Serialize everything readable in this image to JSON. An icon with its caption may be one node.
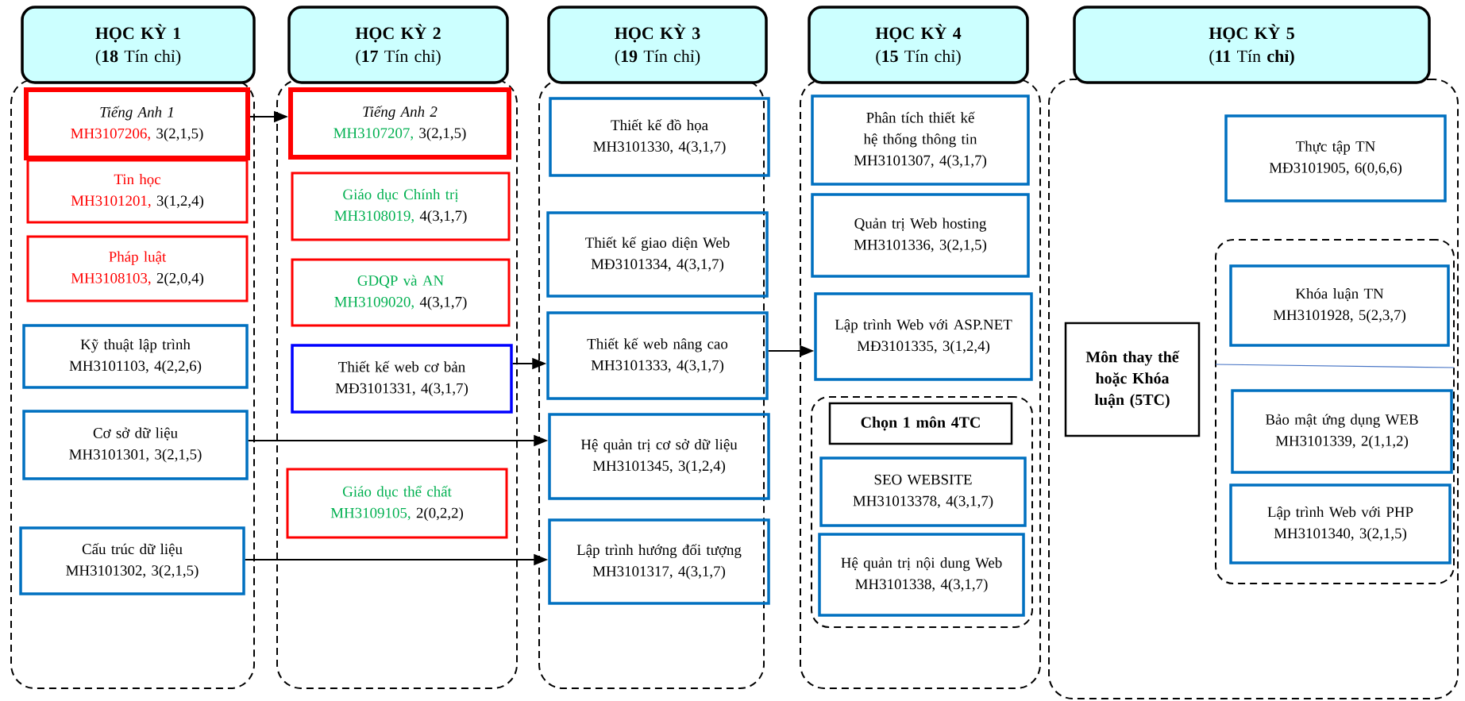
{
  "diagram": {
    "nodes": [
      {
        "text": [
          "HỌC KỲ 1",
          "(**18** Tín chỉ)"
        ]
      },
      {
        "text": [],
        "shape": "box"
      },
      {
        "text": [
          "Tiếng Anh 1",
          "MH3107206,",
          "3(2,1,5)"
        ],
        "in": 1
      },
      {
        "text": [
          "Tin học",
          "MH3101201,",
          "3(1,2,4)"
        ],
        "in": 1
      },
      {
        "text": [
          "Pháp luật",
          "MH3108103,",
          "2(2,0,4)"
        ],
        "in": 1
      },
      {
        "text": [
          "Kỹ thuật lập trình",
          "MH3101103,",
          "4(2,2,6)"
        ],
        "in": 1
      },
      {
        "text": [
          "Cơ sở dữ liệu",
          "MH3101301,",
          "3(2,1,5)"
        ],
        "in": 1
      },
      {
        "text": [
          "Cấu trúc dữ liệu",
          "MH3101302,",
          "3(2,1,5)"
        ],
        "in": 1
      },
      {
        "text": [
          "HỌC KỲ 2",
          "(**17** Tín chỉ)"
        ]
      },
      {
        "text": [],
        "shape": "box"
      },
      {
        "text": [
          "Tiếng Anh 2",
          "MH3107207,",
          "3(2,1,5)"
        ],
        "in": 9
      },
      {
        "text": [
          "Giáo dục Chính trị",
          "MH3108019,",
          "4(3,1,7)"
        ],
        "in": 9
      },
      {
        "text": [
          "GDQP và AN",
          "MH3109020,",
          "4(3,1,7)"
        ],
        "in": 9
      },
      {
        "text": [
          "Thiết kế web cơ bản",
          "MĐ3101331,",
          "4(3,1,7)"
        ],
        "in": 9
      },
      {
        "text": [
          "Giáo dục thể chất",
          "MH3109105,",
          "2(0,2,2)"
        ],
        "in": 9
      },
      {
        "text": [
          "HỌC KỲ 3",
          "(**19** Tín chỉ)"
        ]
      },
      {
        "text": [],
        "shape": "box"
      },
      {
        "text": [
          "Thiết kế đồ họa",
          "MH3101330,",
          "4(3,1,7)"
        ],
        "in": 16
      },
      {
        "text": [
          "Thiết kế giao diện Web",
          "MĐ3101334,",
          "4(3,1,7)"
        ],
        "in": 16
      },
      {
        "text": [
          "Thiết kế web nâng cao",
          "MH3101333,",
          "4(3,1,7)"
        ],
        "in": 16
      },
      {
        "text": [
          "Hệ quản trị cơ sở dữ liệu",
          "MH3101345,",
          "3(1,2,4)"
        ],
        "in": 16
      },
      {
        "text": [
          "Lập trình hướng đối tượng",
          "MH3101317,",
          "4(3,1,7)"
        ],
        "in": 16
      },
      {
        "text": [
          "HỌC KỲ 4",
          "(**15** Tín chỉ)"
        ]
      },
      {
        "text": [],
        "shape": "box"
      },
      {
        "text": [
          "Phân tích thiết kế hệ thống thông tin",
          "MH3101307,",
          "4(3,1,7)"
        ],
        "in": 23
      },
      {
        "text": [
          "Quản trị Web hosting",
          "MH3101336,",
          "3(2,1,5)"
        ],
        "in": 23
      },
      {
        "text": [
          "Lập trình Web với ASP.NET",
          "MĐ3101335,",
          "3(1,2,4)"
        ],
        "in": 23
      },
      {
        "text": [],
        "shape": "box",
        "in": 23
      },
      {
        "text": [
          "Chọn 1 môn 4TC"
        ],
        "in": 27
      },
      {
        "text": [
          "SEO WEBSITE",
          "MH31013378,",
          "4(3,1,7)"
        ],
        "in": 27
      },
      {
        "text": [
          "Hệ quản trị nội dung Web",
          "MH3101338,",
          "4(3,1,7)"
        ],
        "in": 27
      },
      {
        "text": [
          "HỌC KỲ 5",
          "(**11** Tín **chỉ)**"
        ]
      },
      {
        "text": [],
        "shape": "box"
      },
      {
        "text": [
          "Thực tập TN",
          "MĐ3101905,",
          "6(0,6,6)"
        ],
        "in": 32
      },
      {
        "text": [
          "Môn thay thế hoặc Khóa luận (5TC)"
        ],
        "in": 32
      },
      {
        "text": [],
        "shape": "box",
        "in": 32
      },
      {
        "text": [
          "Khóa luận TN",
          "MH3101928,",
          "5(2,3,7)"
        ],
        "in": 35
      },
      {
        "text": [
          "Bảo mật ứng dụng WEB",
          "MH3101339,",
          "2(1,1,2)"
        ],
        "in": 35
      },
      {
        "text": [
          "Lập trình Web với PHP",
          "MH3101340,",
          "3(2,1,5)"
        ],
        "in": 35
      }
    ],
    "edges": [
      {
        "from": 2,
        "to": 10,
        "arrow": "to"
      },
      {
        "from": 13,
        "to": 19,
        "arrow": "to"
      },
      {
        "from": 6,
        "to": 20,
        "arrow": "to"
      },
      {
        "from": 7,
        "to": 21,
        "arrow": "to"
      },
      {
        "from": 19,
        "to": 26,
        "arrow": "to"
      }
    ]
  }
}
